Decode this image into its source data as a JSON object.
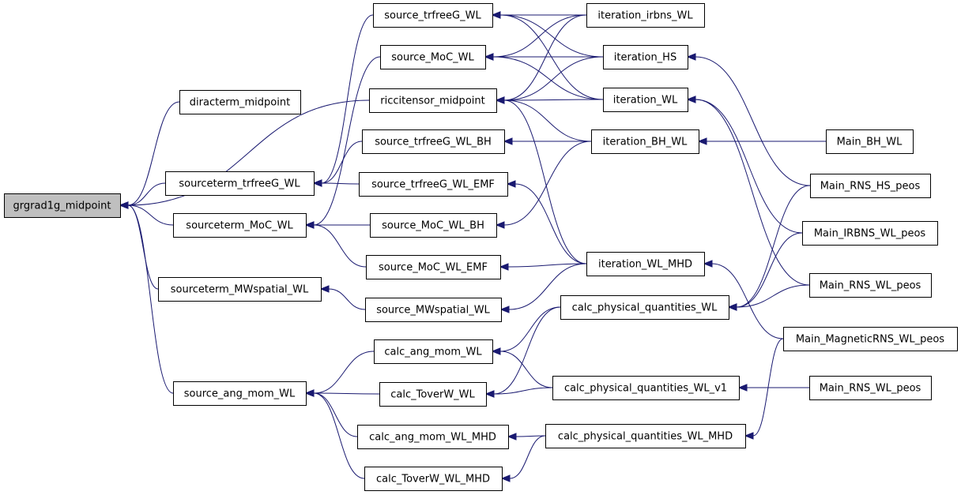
{
  "graph": {
    "title": "",
    "nodes": [
      {
        "id": "grgrad1g_midpoint",
        "label": "grgrad1g_midpoint",
        "root": true
      },
      {
        "id": "diracterm_midpoint",
        "label": "diracterm_midpoint"
      },
      {
        "id": "riccitensor_midpoint",
        "label": "riccitensor_midpoint"
      },
      {
        "id": "sourceterm_trfreeG_WL",
        "label": "sourceterm_trfreeG_WL"
      },
      {
        "id": "sourceterm_MoC_WL",
        "label": "sourceterm_MoC_WL"
      },
      {
        "id": "sourceterm_MWspatial_WL",
        "label": "sourceterm_MWspatial_WL"
      },
      {
        "id": "source_ang_mom_WL",
        "label": "source_ang_mom_WL"
      },
      {
        "id": "source_trfreeG_WL",
        "label": "source_trfreeG_WL"
      },
      {
        "id": "source_MoC_WL",
        "label": "source_MoC_WL"
      },
      {
        "id": "source_trfreeG_WL_BH",
        "label": "source_trfreeG_WL_BH"
      },
      {
        "id": "source_trfreeG_WL_EMF",
        "label": "source_trfreeG_WL_EMF"
      },
      {
        "id": "source_MoC_WL_BH",
        "label": "source_MoC_WL_BH"
      },
      {
        "id": "source_MoC_WL_EMF",
        "label": "source_MoC_WL_EMF"
      },
      {
        "id": "source_MWspatial_WL",
        "label": "source_MWspatial_WL"
      },
      {
        "id": "calc_ang_mom_WL",
        "label": "calc_ang_mom_WL"
      },
      {
        "id": "calc_ToverW_WL",
        "label": "calc_ToverW_WL"
      },
      {
        "id": "calc_ang_mom_WL_MHD",
        "label": "calc_ang_mom_WL_MHD"
      },
      {
        "id": "calc_ToverW_WL_MHD",
        "label": "calc_ToverW_WL_MHD"
      },
      {
        "id": "iteration_irbns_WL",
        "label": "iteration_irbns_WL"
      },
      {
        "id": "iteration_HS",
        "label": "iteration_HS"
      },
      {
        "id": "iteration_WL",
        "label": "iteration_WL"
      },
      {
        "id": "iteration_BH_WL",
        "label": "iteration_BH_WL"
      },
      {
        "id": "iteration_WL_MHD",
        "label": "iteration_WL_MHD"
      },
      {
        "id": "calc_physical_quantities_WL",
        "label": "calc_physical_quantities_WL"
      },
      {
        "id": "calc_physical_quantities_WL_v1",
        "label": "calc_physical_quantities_WL_v1"
      },
      {
        "id": "calc_physical_quantities_WL_MHD",
        "label": "calc_physical_quantities_WL_MHD"
      },
      {
        "id": "Main_BH_WL",
        "label": "Main_BH_WL"
      },
      {
        "id": "Main_RNS_HS_peos",
        "label": "Main_RNS_HS_peos"
      },
      {
        "id": "Main_IRBNS_WL_peos",
        "label": "Main_IRBNS_WL_peos"
      },
      {
        "id": "Main_RNS_WL_peos_a",
        "label": "Main_RNS_WL_peos"
      },
      {
        "id": "Main_MagneticRNS_WL_peos",
        "label": "Main_MagneticRNS_WL_peos"
      },
      {
        "id": "Main_RNS_WL_peos_b",
        "label": "Main_RNS_WL_peos"
      }
    ],
    "edges": [
      {
        "from": "diracterm_midpoint",
        "to": "grgrad1g_midpoint"
      },
      {
        "from": "riccitensor_midpoint",
        "to": "grgrad1g_midpoint"
      },
      {
        "from": "sourceterm_trfreeG_WL",
        "to": "grgrad1g_midpoint"
      },
      {
        "from": "sourceterm_MoC_WL",
        "to": "grgrad1g_midpoint"
      },
      {
        "from": "sourceterm_MWspatial_WL",
        "to": "grgrad1g_midpoint"
      },
      {
        "from": "source_ang_mom_WL",
        "to": "grgrad1g_midpoint"
      },
      {
        "from": "source_trfreeG_WL",
        "to": "sourceterm_trfreeG_WL"
      },
      {
        "from": "source_trfreeG_WL_BH",
        "to": "sourceterm_trfreeG_WL"
      },
      {
        "from": "source_trfreeG_WL_EMF",
        "to": "sourceterm_trfreeG_WL"
      },
      {
        "from": "source_MoC_WL",
        "to": "sourceterm_MoC_WL"
      },
      {
        "from": "source_MoC_WL_BH",
        "to": "sourceterm_MoC_WL"
      },
      {
        "from": "source_MoC_WL_EMF",
        "to": "sourceterm_MoC_WL"
      },
      {
        "from": "source_MWspatial_WL",
        "to": "sourceterm_MWspatial_WL"
      },
      {
        "from": "calc_ang_mom_WL",
        "to": "source_ang_mom_WL"
      },
      {
        "from": "calc_ToverW_WL",
        "to": "source_ang_mom_WL"
      },
      {
        "from": "calc_ang_mom_WL_MHD",
        "to": "source_ang_mom_WL"
      },
      {
        "from": "calc_ToverW_WL_MHD",
        "to": "source_ang_mom_WL"
      },
      {
        "from": "iteration_irbns_WL",
        "to": "source_trfreeG_WL"
      },
      {
        "from": "iteration_HS",
        "to": "source_trfreeG_WL"
      },
      {
        "from": "iteration_WL",
        "to": "source_trfreeG_WL"
      },
      {
        "from": "iteration_HS",
        "to": "source_MoC_WL"
      },
      {
        "from": "iteration_WL",
        "to": "source_MoC_WL"
      },
      {
        "from": "iteration_irbns_WL",
        "to": "source_MoC_WL"
      },
      {
        "from": "iteration_irbns_WL",
        "to": "riccitensor_midpoint"
      },
      {
        "from": "iteration_HS",
        "to": "riccitensor_midpoint"
      },
      {
        "from": "iteration_WL",
        "to": "riccitensor_midpoint"
      },
      {
        "from": "iteration_BH_WL",
        "to": "riccitensor_midpoint"
      },
      {
        "from": "iteration_WL_MHD",
        "to": "riccitensor_midpoint"
      },
      {
        "from": "iteration_BH_WL",
        "to": "source_trfreeG_WL_BH"
      },
      {
        "from": "iteration_BH_WL",
        "to": "source_MoC_WL_BH"
      },
      {
        "from": "iteration_WL_MHD",
        "to": "source_trfreeG_WL_EMF"
      },
      {
        "from": "iteration_WL_MHD",
        "to": "source_MoC_WL_EMF"
      },
      {
        "from": "iteration_WL_MHD",
        "to": "source_MWspatial_WL"
      },
      {
        "from": "calc_physical_quantities_WL",
        "to": "calc_ang_mom_WL"
      },
      {
        "from": "calc_physical_quantities_WL",
        "to": "calc_ToverW_WL"
      },
      {
        "from": "calc_physical_quantities_WL_v1",
        "to": "calc_ang_mom_WL"
      },
      {
        "from": "calc_physical_quantities_WL_v1",
        "to": "calc_ToverW_WL"
      },
      {
        "from": "calc_physical_quantities_WL_MHD",
        "to": "calc_ang_mom_WL_MHD"
      },
      {
        "from": "calc_physical_quantities_WL_MHD",
        "to": "calc_ToverW_WL_MHD"
      },
      {
        "from": "Main_RNS_HS_peos",
        "to": "iteration_HS"
      },
      {
        "from": "Main_IRBNS_WL_peos",
        "to": "iteration_WL"
      },
      {
        "from": "Main_RNS_WL_peos_a",
        "to": "iteration_WL"
      },
      {
        "from": "Main_BH_WL",
        "to": "iteration_BH_WL"
      },
      {
        "from": "Main_MagneticRNS_WL_peos",
        "to": "iteration_WL_MHD"
      },
      {
        "from": "Main_RNS_HS_peos",
        "to": "calc_physical_quantities_WL"
      },
      {
        "from": "Main_IRBNS_WL_peos",
        "to": "calc_physical_quantities_WL"
      },
      {
        "from": "Main_RNS_WL_peos_a",
        "to": "calc_physical_quantities_WL"
      },
      {
        "from": "Main_RNS_WL_peos_b",
        "to": "calc_physical_quantities_WL_v1"
      },
      {
        "from": "Main_MagneticRNS_WL_peos",
        "to": "calc_physical_quantities_WL_MHD"
      }
    ]
  }
}
